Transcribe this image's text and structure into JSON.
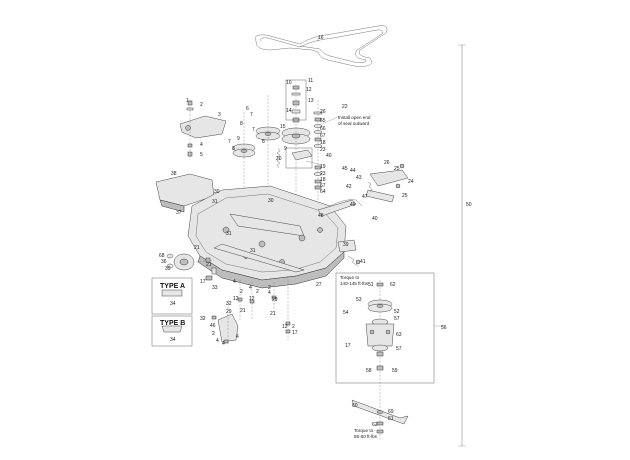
{
  "callouts": {
    "c1": "1",
    "c2": "2",
    "c3": "3",
    "c4": "4",
    "c5": "5",
    "c6": "6",
    "c7": "7",
    "c8": "8",
    "c9": "9",
    "c10": "10",
    "c11": "11",
    "c12": "12",
    "c13": "13",
    "c14": "14",
    "c15": "15",
    "c16": "16",
    "c17": "17",
    "c18": "18",
    "c19": "19",
    "c20": "20",
    "c21": "21",
    "c22": "22",
    "c23": "23",
    "c24": "24",
    "c25": "25",
    "c26": "26",
    "c27": "27",
    "c28": "28",
    "c29": "29",
    "c30": "30",
    "c31": "31",
    "c32": "32",
    "c33": "33",
    "c34": "34",
    "c35": "35",
    "c36": "36",
    "c37": "37",
    "c38": "38",
    "c39": "39",
    "c40": "40",
    "c41": "41",
    "c42": "42",
    "c43": "43",
    "c44": "44",
    "c45": "45",
    "c46": "46",
    "c47": "47",
    "c48": "48",
    "c49": "49",
    "c50": "50",
    "c51": "51",
    "c52": "52",
    "c53": "53",
    "c54": "54",
    "c56": "56",
    "c57": "57",
    "c58": "58",
    "c59": "59",
    "c60": "60",
    "c61": "61",
    "c62": "62",
    "c63": "63",
    "c64": "64",
    "c65": "65",
    "c66": "66",
    "c67": "67",
    "c68": "68",
    "c69": "69"
  },
  "notes": {
    "install_line1": "Install open end",
    "install_line2": "of seal outward",
    "torque_top_line1": "Torque to",
    "torque_top_line2": "140-145 ft-lbs",
    "torque_bottom_line1": "Torque to",
    "torque_bottom_line2": "55-60 ft-lbs"
  },
  "blade_types": {
    "type_a": "TYPE A",
    "type_b": "TYPE B",
    "part_number": "34"
  },
  "colors": {
    "line": "#555555",
    "part_fill": "#e6e6e6",
    "shade": "#bdbdbd",
    "background": "#ffffff"
  }
}
